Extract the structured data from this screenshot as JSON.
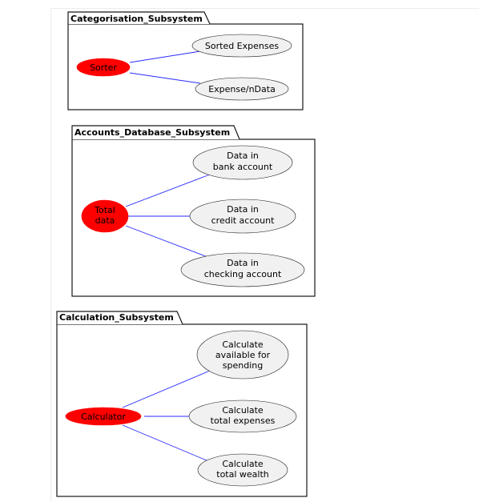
{
  "packages": [
    {
      "title": "Categorisation_Subsystem",
      "actor": {
        "label": [
          "Sorter"
        ]
      },
      "use_cases": [
        {
          "label": [
            "Sorted Expenses"
          ]
        },
        {
          "label": [
            "Expense/nData"
          ]
        }
      ]
    },
    {
      "title": "Accounts_Database_Subsystem",
      "actor": {
        "label": [
          "Total",
          "data"
        ]
      },
      "use_cases": [
        {
          "label": [
            "Data in",
            "bank account"
          ]
        },
        {
          "label": [
            "Data in",
            "credit account"
          ]
        },
        {
          "label": [
            "Data in",
            "checking account"
          ]
        }
      ]
    },
    {
      "title": "Calculation_Subsystem",
      "actor": {
        "label": [
          "Calculator"
        ]
      },
      "use_cases": [
        {
          "label": [
            "Calculate",
            "available for",
            "spending"
          ]
        },
        {
          "label": [
            "Calculate",
            "total expenses"
          ]
        },
        {
          "label": [
            "Calculate",
            "total wealth"
          ]
        }
      ]
    }
  ],
  "colors": {
    "actor_fill": "#ff0000",
    "use_case_fill": "#f1f1f1",
    "link": "#2a2aff",
    "border": "#181818"
  }
}
